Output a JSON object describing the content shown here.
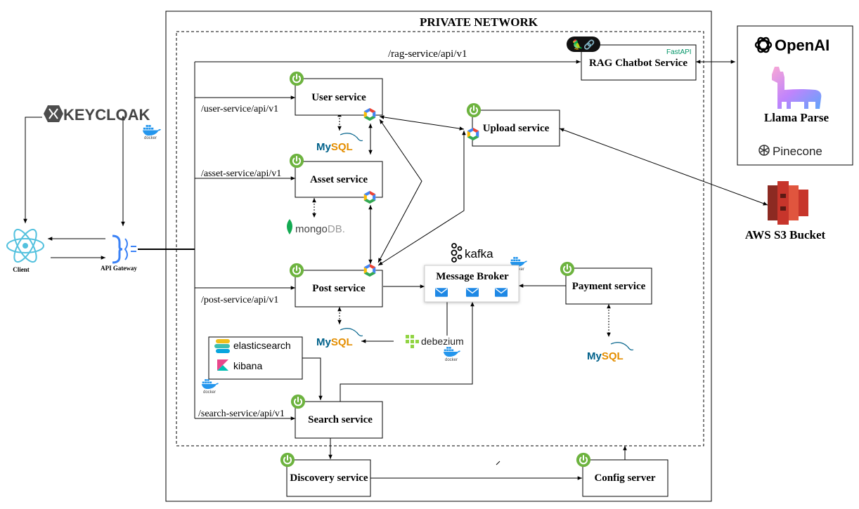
{
  "network": {
    "title": "PRIVATE NETWORK"
  },
  "external": {
    "keycloak": "KEYCLOAK",
    "client": "Client",
    "api_gateway": "API Gateway",
    "openai": "OpenAI",
    "llama_parse": "Llama Parse",
    "pinecone": "Pinecone",
    "aws_s3": "AWS S3 Bucket"
  },
  "routes": {
    "rag": "/rag-service/api/v1",
    "user": "/user-service/api/v1",
    "asset": "/asset-service/api/v1",
    "post": "/post-service/api/v1",
    "search": "/search-service/api/v1"
  },
  "services": {
    "rag": "RAG Chatbot Service",
    "user": "User service",
    "upload": "Upload service",
    "asset": "Asset service",
    "post": "Post service",
    "broker": "Message Broker",
    "payment": "Payment service",
    "search": "Search service",
    "discovery": "Discovery service",
    "config": "Config server"
  },
  "tech": {
    "mysql_my": "My",
    "mysql_sql": "SQL",
    "mongodb_a": "mongo",
    "mongodb_b": "DB.",
    "kafka": "kafka",
    "elasticsearch": "elasticsearch",
    "kibana": "kibana",
    "debezium": "debezium",
    "fastapi": "FastAPI",
    "docker": "docker"
  },
  "colors": {
    "spring_green": "#6db33f",
    "mysql_blue": "#00618a",
    "mysql_orange": "#e48e00",
    "aws_red": "#c7352b",
    "react_blue": "#53c1de",
    "gateway_blue": "#3b82f6",
    "docker_blue": "#2496ed"
  }
}
